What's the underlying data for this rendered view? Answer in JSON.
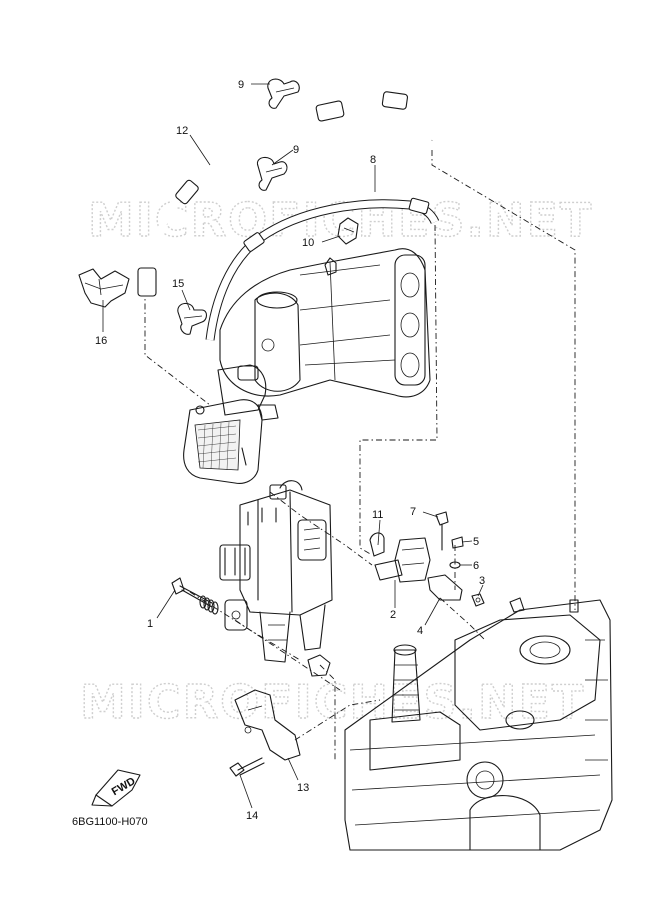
{
  "watermark": "MICROFICHES.NET",
  "diagram_code": "6BG1100-H070",
  "fwd_label": "FWD",
  "callouts": [
    "1",
    "2",
    "3",
    "4",
    "5",
    "6",
    "7",
    "8",
    "9",
    "9",
    "10",
    "11",
    "12",
    "13",
    "14",
    "15",
    "16"
  ]
}
